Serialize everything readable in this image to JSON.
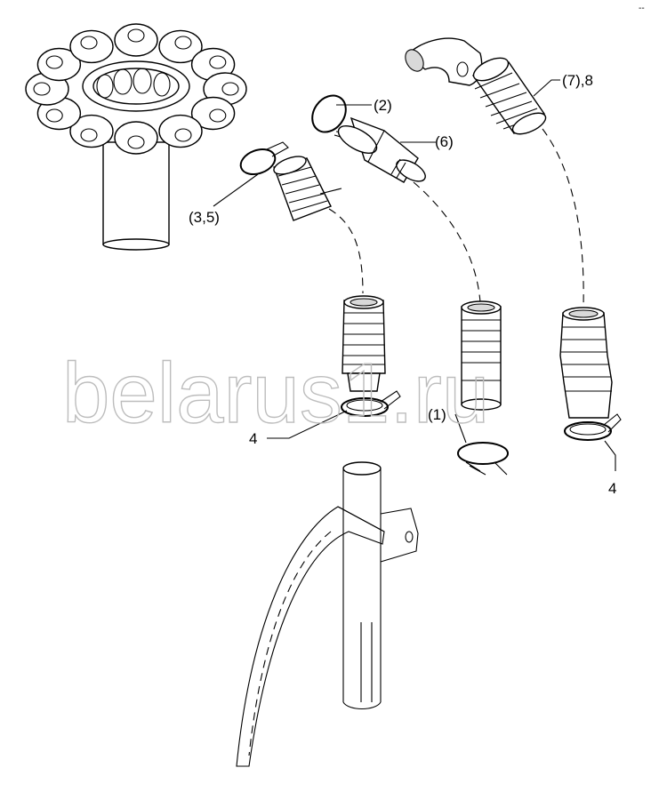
{
  "watermark": "belarus1.ru",
  "corner_mark": "--",
  "callouts": {
    "part_1": "(1)",
    "part_2": "(2)",
    "part_3_5": "(3,5)",
    "part_6": "(6)",
    "part_7_8": "(7),8",
    "part_4_left": "4",
    "part_4_right": "4"
  }
}
